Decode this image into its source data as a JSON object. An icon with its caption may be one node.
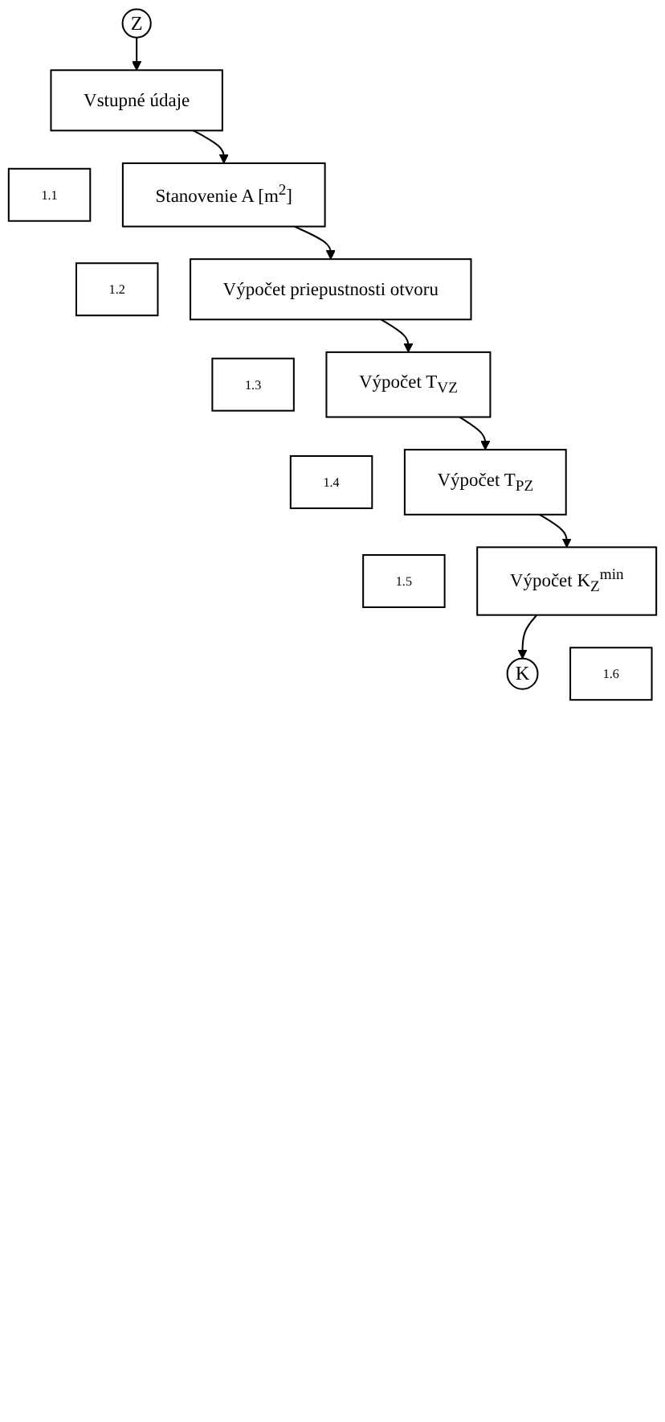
{
  "diagram": {
    "nodes": [
      {
        "text": [
          "Z"
        ]
      },
      {
        "text": [
          "Vstupné údaje"
        ]
      },
      {
        "text": [
          "1.1"
        ]
      },
      {
        "text": [
          "Stanovenie A [m$^{2}$]"
        ]
      },
      {
        "text": [
          "1.2"
        ]
      },
      {
        "text": [
          "Výpočet priepustnosti otvoru"
        ]
      },
      {
        "text": [
          "1.3"
        ]
      },
      {
        "text": [
          "Výpočet T$_{VZ}$"
        ]
      },
      {
        "text": [
          "1.4"
        ]
      },
      {
        "text": [
          "Výpočet T$_{PZ}$"
        ]
      },
      {
        "text": [
          "1.5"
        ]
      },
      {
        "text": [
          "Výpočet K$_{Z}$$^{min}$"
        ]
      },
      {
        "text": [
          "1.6"
        ]
      },
      {
        "text": [
          "K"
        ]
      }
    ],
    "edges": [
      {
        "from": 0,
        "to": 1,
        "arrow": "to"
      },
      {
        "from": 1,
        "to": 3,
        "arrow": "to"
      },
      {
        "from": 3,
        "to": 5,
        "arrow": "to"
      },
      {
        "from": 5,
        "to": 7,
        "arrow": "to"
      },
      {
        "from": 7,
        "to": 9,
        "arrow": "to"
      },
      {
        "from": 9,
        "to": 11,
        "arrow": "to"
      },
      {
        "from": 11,
        "to": 13,
        "arrow": "to"
      }
    ]
  }
}
